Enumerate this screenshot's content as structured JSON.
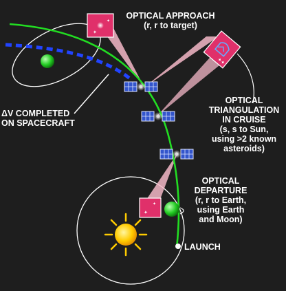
{
  "labels": {
    "optical_approach": {
      "title": "OPTICAL APPROACH",
      "detail": "(r, r to target)"
    },
    "delta_v": {
      "line1": "ΔV COMPLETED",
      "line2": "ON SPACECRAFT"
    },
    "optical_triangulation": {
      "line1": "OPTICAL",
      "line2": "TRIANGULATION",
      "line3": "IN CRUISE",
      "line4": "(s, s to Sun,",
      "line5": "using >2 known",
      "line6": "asteroids)"
    },
    "optical_departure": {
      "line1": "OPTICAL",
      "line2": "DEPARTURE",
      "line3": "(r, r to Earth,",
      "line4": "using Earth",
      "line5": "and Moon)"
    },
    "launch": "LAUNCH"
  },
  "colors": {
    "background": "#1e1e1e",
    "trajectory": "#22dd22",
    "planned_path": "#2244ff",
    "cone": "#f4b8c8",
    "camera_frame": "#e0306a",
    "orbit": "#ffffff",
    "sun": "#ffcc00",
    "earth": "#33cc33",
    "panel": "#3355cc"
  }
}
